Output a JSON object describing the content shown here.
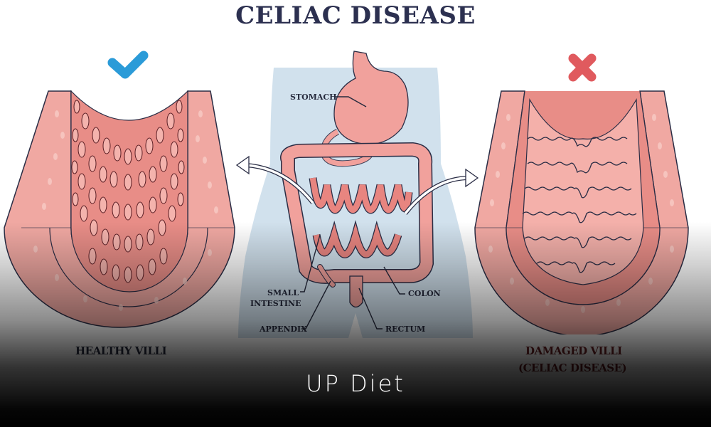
{
  "title": "CELIAC DISEASE",
  "panels": {
    "healthy": {
      "caption": "HEALTHY VILLI",
      "indicator": "check-icon",
      "indicator_color": "#2b9bd8",
      "caption_color": "#262a3d"
    },
    "center": {
      "labels": {
        "stomach": "STOMACH",
        "small_intestine_1": "SMALL",
        "small_intestine_2": "INTESTINE",
        "appendix": "APPENDIX",
        "colon": "COLON",
        "rectum": "RECTUM"
      }
    },
    "damaged": {
      "caption_line1": "DAMAGED VILLI",
      "caption_line2": "(CELIAC DISEASE)",
      "indicator": "cross-icon",
      "indicator_color": "#e05a5e",
      "caption_color": "#6a1f22"
    }
  },
  "colors": {
    "title": "#2c3050",
    "tissue": "#f2a9a4",
    "tissue_dark": "#e48a85",
    "outline": "#2a2d45",
    "body_silhouette": "#c9dcea"
  },
  "brand": {
    "name": "UP Diet"
  }
}
